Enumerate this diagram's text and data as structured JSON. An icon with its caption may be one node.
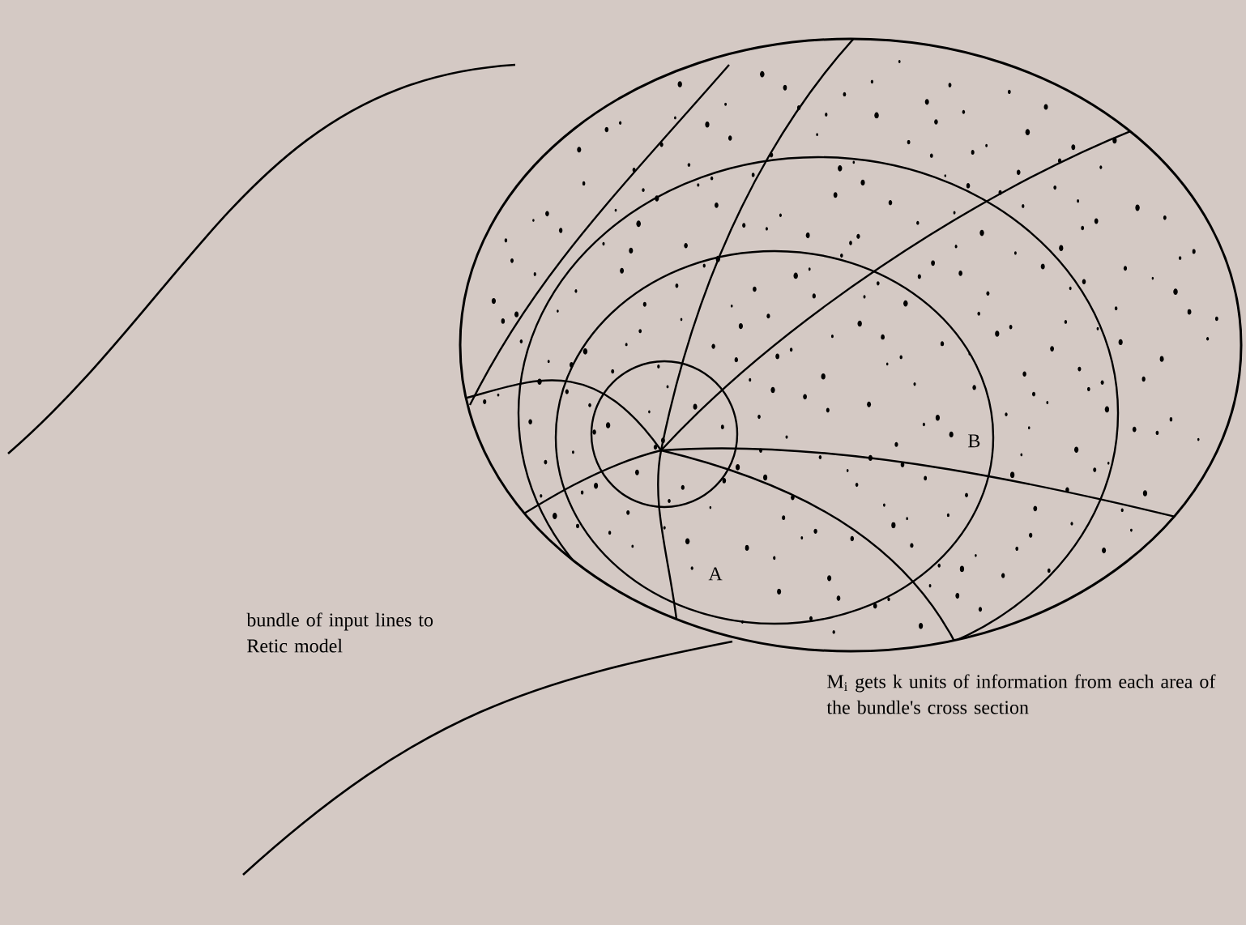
{
  "diagram": {
    "labels": [
      "B",
      "A",
      "bundle of input lines to Retic model",
      "M$_{i}$ gets k units of information from each area of the bundle's cross section"
    ]
  }
}
